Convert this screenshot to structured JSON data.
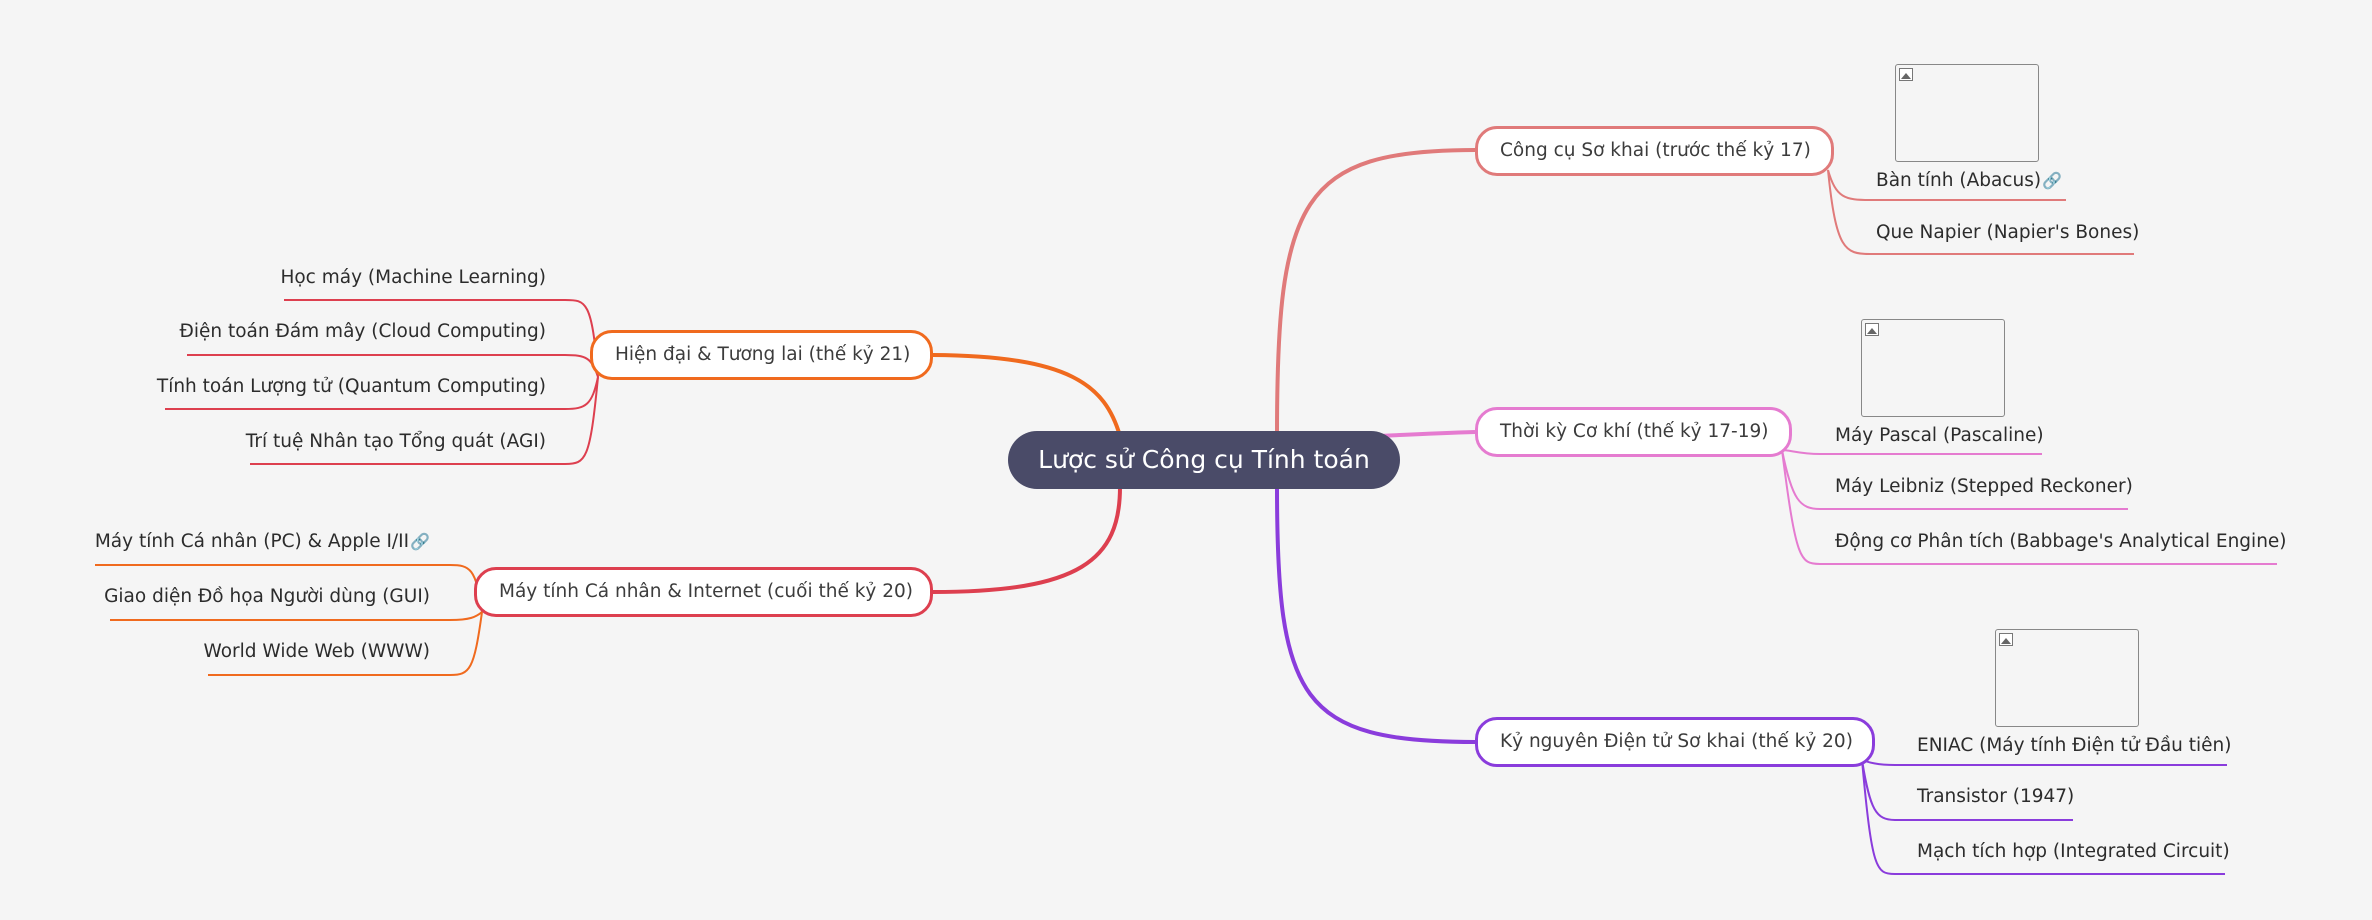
{
  "root": {
    "label": "Lược sử Công cụ Tính toán"
  },
  "branches": {
    "early": {
      "label": "Công cụ Sơ khai (trước thế kỷ 17)",
      "color": "#e07a7a",
      "leaves": [
        "Bàn tính (Abacus)",
        "Que Napier (Napier's Bones)"
      ]
    },
    "mechanical": {
      "label": "Thời kỳ Cơ khí (thế kỷ 17-19)",
      "color": "#e57bd0",
      "leaves": [
        "Máy Pascal (Pascaline)",
        "Máy Leibniz (Stepped Reckoner)",
        "Động cơ Phân tích (Babbage's Analytical Engine)"
      ]
    },
    "electronic": {
      "label": "Kỷ nguyên Điện tử Sơ khai (thế kỷ 20)",
      "color": "#8a3cdc",
      "leaves": [
        "ENIAC (Máy tính Điện tử Đầu tiên)",
        "Transistor (1947)",
        "Mạch tích hợp (Integrated Circuit)"
      ]
    },
    "modern": {
      "label": "Hiện đại & Tương lai (thế kỷ 21)",
      "color": "#f06a1e",
      "leaves": [
        "Học máy (Machine Learning)",
        "Điện toán Đám mây (Cloud Computing)",
        "Tính toán Lượng tử (Quantum Computing)",
        "Trí tuệ Nhân tạo Tổng quát (AGI)"
      ]
    },
    "pc": {
      "label": "Máy tính Cá nhân & Internet (cuối thế kỷ 20)",
      "color": "#dd3f4f",
      "leaves": [
        "Máy tính Cá nhân (PC) & Apple I/II",
        "Giao diện Đồ họa Người dùng (GUI)",
        "World Wide Web (WWW)"
      ]
    }
  },
  "leaf_colors": {
    "modern": "#dd3f4f",
    "pc": "#f06a1e"
  },
  "icons": {
    "link": "link-icon",
    "image": "image-placeholder-icon"
  }
}
